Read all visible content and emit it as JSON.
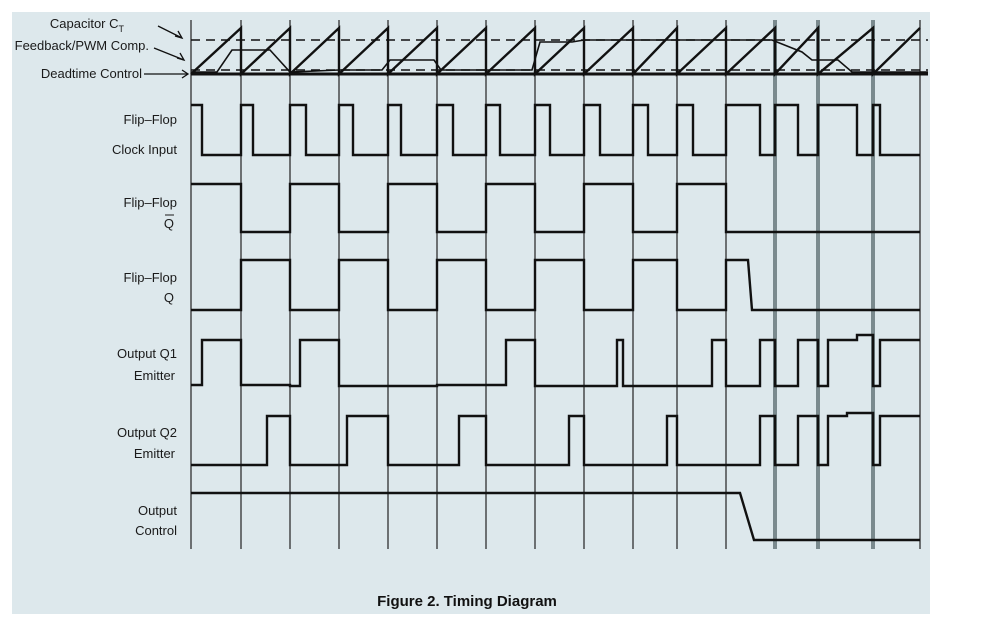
{
  "labels": {
    "capacitor": "Capacitor C",
    "capacitor_sub": "T",
    "feedback": "Feedback/PWM Comp.",
    "deadtime": "Deadtime Control",
    "ff_clock_1": "Flip–Flop",
    "ff_clock_2": "Clock Input",
    "ff_qbar_1": "Flip–Flop",
    "ff_qbar_2": "Q",
    "ff_q_1": "Flip–Flop",
    "ff_q_2": "Q",
    "out_q1_1": "Output Q1",
    "out_q1_2": "Emitter",
    "out_q2_1": "Output Q2",
    "out_q2_2": "Emitter",
    "out_ctrl_1": "Output",
    "out_ctrl_2": "Control"
  },
  "caption": "Figure 2. Timing Diagram"
}
